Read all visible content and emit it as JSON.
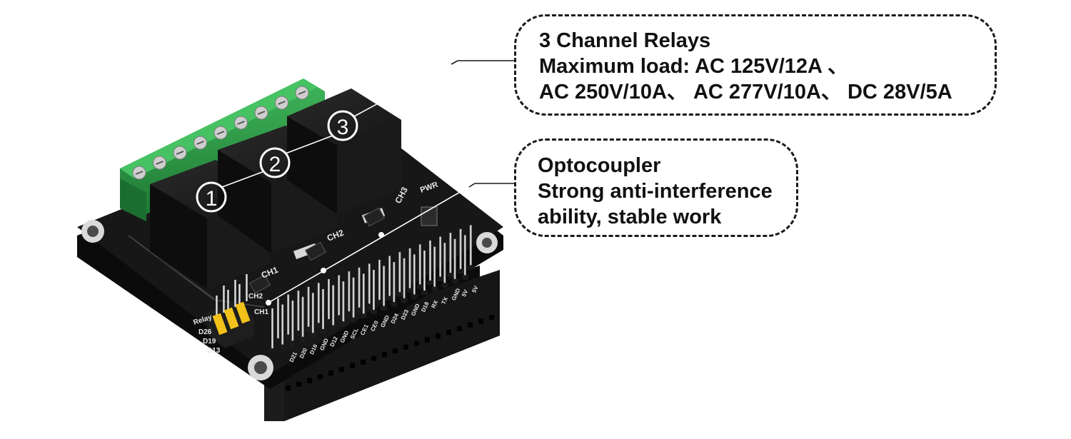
{
  "callouts": {
    "relays": {
      "lines": [
        "3 Channel Relays",
        "Maximum load: AC 125V/12A 、",
        "AC 250V/10A、 AC 277V/10A、 DC 28V/5A"
      ]
    },
    "optocoupler": {
      "lines": [
        "Optocoupler",
        "Strong anti-interference",
        "ability, stable work"
      ]
    }
  },
  "board": {
    "relay_numbers": [
      "1",
      "2",
      "3"
    ],
    "channel_labels": [
      "CH1",
      "CH2",
      "CH3"
    ],
    "pwr_label": "PWR",
    "jumper_labels": [
      "Relay",
      "D26",
      "D19",
      "D13",
      "CH2",
      "CH1"
    ],
    "pin_labels": [
      "D21",
      "D20",
      "D16",
      "GND",
      "D12",
      "GND",
      "SCL",
      "CE1",
      "CE0",
      "GND",
      "D24",
      "D23",
      "GND",
      "D18",
      "RX",
      "TX",
      "GND",
      "5V",
      "5V"
    ]
  },
  "colors": {
    "pcb": "#141414",
    "relay": "#111111",
    "terminal": "#2e9a45",
    "jumper": "#f2c21b",
    "outline": "#1a1a1a"
  }
}
